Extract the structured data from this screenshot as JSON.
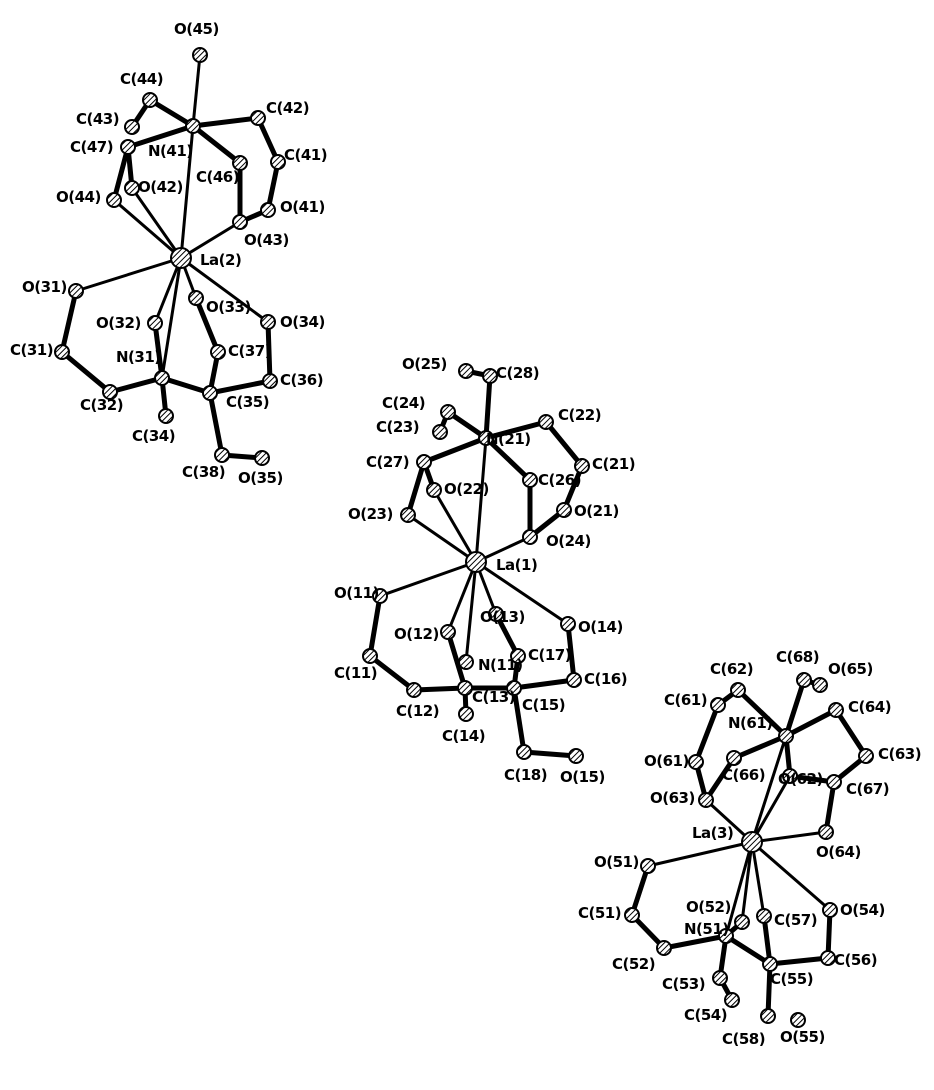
{
  "diagram": {
    "type": "crystal-structure-ortep",
    "complexes": [
      {
        "metal": "La(2)",
        "atoms": [
          "O(45)",
          "C(44)",
          "C(43)",
          "C(47)",
          "N(41)",
          "C(42)",
          "C(41)",
          "O(44)",
          "O(42)",
          "C(46)",
          "O(41)",
          "O(43)",
          "La(2)",
          "O(31)",
          "O(32)",
          "O(33)",
          "O(34)",
          "C(31)",
          "N(31)",
          "C(37)",
          "C(36)",
          "C(32)",
          "C(35)",
          "C(34)",
          "C(38)",
          "O(35)"
        ]
      },
      {
        "metal": "La(1)",
        "atoms": [
          "O(25)",
          "C(28)",
          "C(24)",
          "C(22)",
          "C(23)",
          "N(21)",
          "C(27)",
          "C(21)",
          "O(22)",
          "C(26)",
          "O(23)",
          "O(21)",
          "O(24)",
          "La(1)",
          "O(11)",
          "O(13)",
          "O(14)",
          "O(12)",
          "C(17)",
          "N(11)",
          "C(11)",
          "C(16)",
          "C(13)",
          "C(15)",
          "C(12)",
          "C(14)",
          "C(18)",
          "O(15)"
        ]
      },
      {
        "metal": "La(3)",
        "atoms": [
          "C(68)",
          "O(65)",
          "C(62)",
          "C(64)",
          "C(61)",
          "N(61)",
          "C(63)",
          "O(61)",
          "C(66)",
          "O(62)",
          "C(67)",
          "O(63)",
          "La(3)",
          "O(64)",
          "O(51)",
          "O(54)",
          "O(52)",
          "C(51)",
          "C(57)",
          "N(51)",
          "C(56)",
          "C(55)",
          "C(52)",
          "C(53)",
          "C(54)",
          "C(58)",
          "O(55)"
        ]
      }
    ]
  },
  "atoms": {
    "O45": "O(45)",
    "C44": "C(44)",
    "C43": "C(43)",
    "C47": "C(47)",
    "N41": "N(41)",
    "C42": "C(42)",
    "C41": "C(41)",
    "O44": "O(44)",
    "O42": "O(42)",
    "C46": "C(46)",
    "O41": "O(41)",
    "O43": "O(43)",
    "La2": "La(2)",
    "O31": "O(31)",
    "O32": "O(32)",
    "O33": "O(33)",
    "O34": "O(34)",
    "C31": "C(31)",
    "N31": "N(31)",
    "C37": "C(37)",
    "C36": "C(36)",
    "C32": "C(32)",
    "C35": "C(35)",
    "C34": "C(34)",
    "C38": "C(38)",
    "O35": "O(35)",
    "O25": "O(25)",
    "C28": "C(28)",
    "C24": "C(24)",
    "C22": "C(22)",
    "C23": "C(23)",
    "N21": "N(21)",
    "C27": "C(27)",
    "C21": "C(21)",
    "O22": "O(22)",
    "C26": "C(26)",
    "O23": "O(23)",
    "O21": "O(21)",
    "O24": "O(24)",
    "La1": "La(1)",
    "O11": "O(11)",
    "O13": "O(13)",
    "O14": "O(14)",
    "O12": "O(12)",
    "C17": "C(17)",
    "N11": "N(11)",
    "C11": "C(11)",
    "C16": "C(16)",
    "C13": "C(13)",
    "C15": "C(15)",
    "C12": "C(12)",
    "C14": "C(14)",
    "C18": "C(18)",
    "O15": "O(15)",
    "C68": "C(68)",
    "O65": "O(65)",
    "C62": "C(62)",
    "C64": "C(64)",
    "C61": "C(61)",
    "N61": "N(61)",
    "C63": "C(63)",
    "O61": "O(61)",
    "C66": "C(66)",
    "O62": "O(62)",
    "C67": "C(67)",
    "O63": "O(63)",
    "La3": "La(3)",
    "O64": "O(64)",
    "O51": "O(51)",
    "O54": "O(54)",
    "O52": "O(52)",
    "C51": "C(51)",
    "C57": "C(57)",
    "N51": "N(51)",
    "C56": "C(56)",
    "C55": "C(55)",
    "C52": "C(52)",
    "C53": "C(53)",
    "C54": "C(54)",
    "C58": "C(58)",
    "O55": "O(55)"
  }
}
